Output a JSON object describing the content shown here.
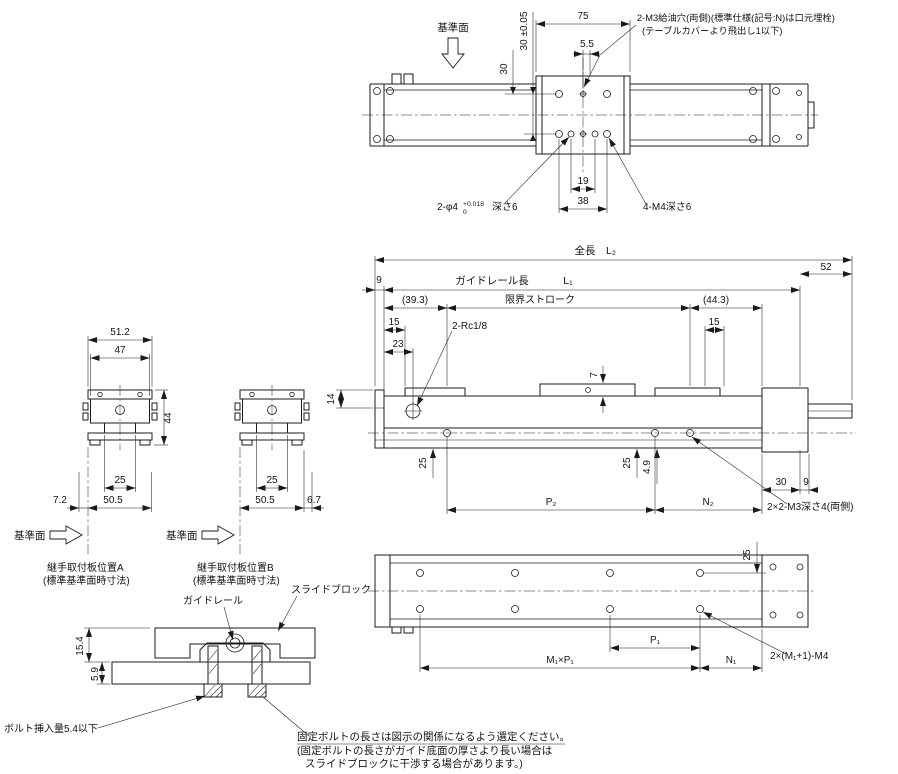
{
  "top_view": {
    "datum": "基準面",
    "dim_30_tol": "30 ±0.05",
    "dim_75": "75",
    "dim_5_5": "5.5",
    "dim_30": "30",
    "oil_note_1": "2-M3給油穴(両側)(標準仕様(記号:N)は口元埋栓)",
    "oil_note_2": "(テーブルカバーより飛出し1以下)",
    "dim_19": "19",
    "dim_38": "38",
    "dowel_note": "2-φ4",
    "dowel_tol_upper": "+0.018",
    "dowel_tol_lower": "0",
    "dowel_depth": "深さ6",
    "m4_note": "4-M4深さ6"
  },
  "side_view": {
    "total_length_label": "全長",
    "total_length_symbol": "L₂",
    "rail_length_label": "ガイドレール長",
    "rail_length_symbol": "L₁",
    "dim_9_left": "9",
    "dim_52": "52",
    "dim_39_3": "(39.3)",
    "stroke_label": "限界ストローク",
    "dim_44_3": "(44.3)",
    "dim_15_left": "15",
    "dim_15_right": "15",
    "rc_note": "2-Rc1/8",
    "dim_23": "23",
    "dim_7": "7",
    "dim_14": "14",
    "dim_25_left": "25",
    "dim_25_right": "25",
    "dim_4_9": "4.9",
    "dim_30_right": "30",
    "dim_9_right": "9",
    "dim_p2": "P₂",
    "dim_n2": "N₂",
    "m3_note": "2×2-M3深さ4(両側)"
  },
  "bottom_view": {
    "dim_25": "25",
    "dim_p1": "P₁",
    "dim_m1p1": "M₁×P₁",
    "dim_n1": "N₁",
    "m4_note": "2×(M₁+1)-M4"
  },
  "end_view_a": {
    "dim_51_2": "51.2",
    "dim_47": "47",
    "dim_44": "44",
    "dim_25": "25",
    "dim_7_2": "7.2",
    "dim_50_5": "50.5",
    "datum": "基準面",
    "caption_1": "継手取付板位置A",
    "caption_2": "(標準基準面時寸法)"
  },
  "end_view_b": {
    "dim_25": "25",
    "dim_50_5": "50.5",
    "dim_6_7": "6.7",
    "datum": "基準面",
    "caption_1": "継手取付板位置B",
    "caption_2": "(標準基準面時寸法)"
  },
  "section_view": {
    "rail_label": "ガイドレール",
    "block_label": "スライドブロック",
    "dim_15_4": "15.4",
    "dim_5_9": "5.9",
    "bolt_note": "ボルト挿入量5.4以下"
  },
  "notes": {
    "line1": "固定ボルトの長さは図示の関係になるよう選定ください。",
    "line2": "(固定ボルトの長さがガイド底面の厚さより長い場合は",
    "line3": "スライドブロックに干渉する場合があります。)"
  },
  "colors": {
    "line": "#1b1b1b",
    "background": "#ffffff"
  }
}
